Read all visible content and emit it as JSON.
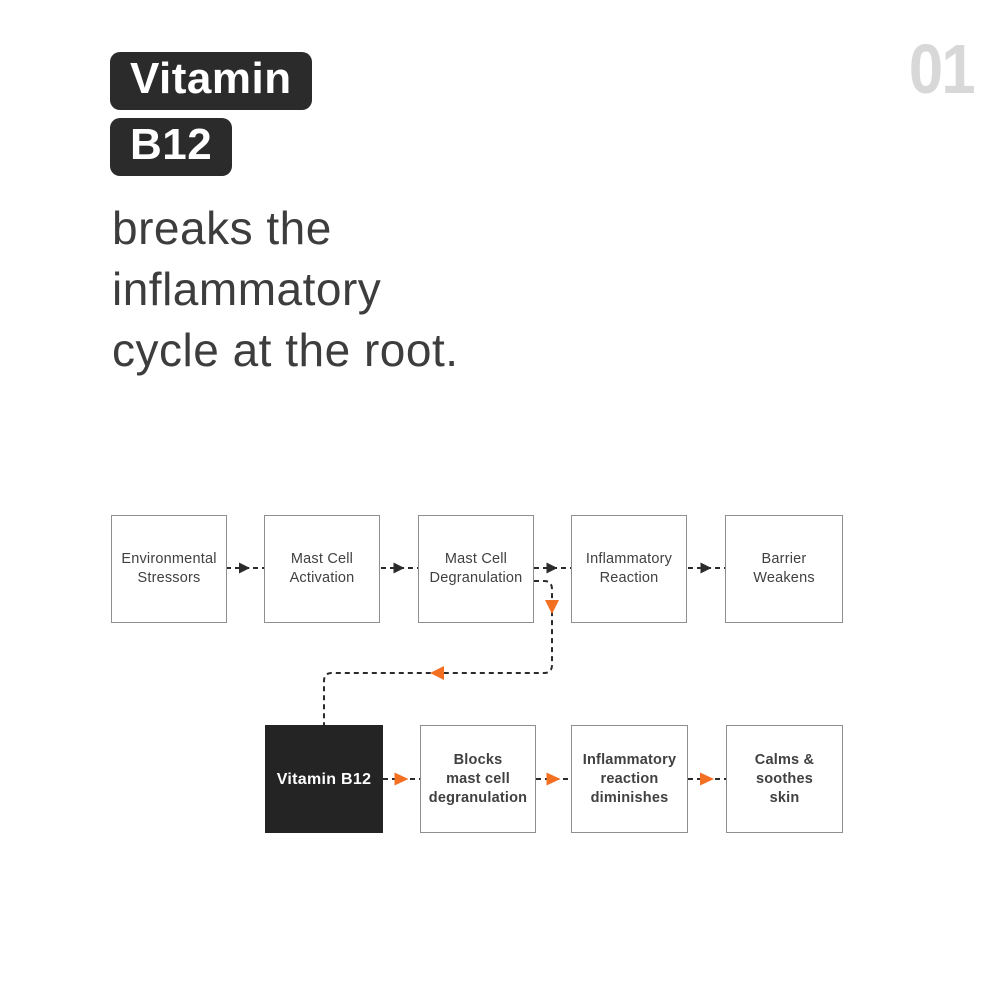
{
  "page": {
    "number": "01"
  },
  "title": {
    "chips": [
      "Vitamin",
      "B12"
    ],
    "subtitle_lines": [
      "breaks the",
      "inflammatory",
      "cycle at the root."
    ]
  },
  "colors": {
    "background": "#ffffff",
    "ink": "#2b2b2b",
    "dark-box": "#242424",
    "box-border": "#8f8f8f",
    "box-text": "#414042",
    "accent-orange": "#f36f21",
    "subtitle-text": "#3d3d3d",
    "page-number": "#d8d8d8",
    "white-text": "#ffffff"
  },
  "flowchart": {
    "top_row": [
      {
        "id": "environmental-stressors",
        "lines": [
          "Environmental",
          "Stressors"
        ]
      },
      {
        "id": "mast-cell-activation",
        "lines": [
          "Mast Cell",
          "Activation"
        ]
      },
      {
        "id": "mast-cell-degranulation",
        "lines": [
          "Mast Cell",
          "Degranulation"
        ]
      },
      {
        "id": "inflammatory-reaction",
        "lines": [
          "Inflammatory",
          "Reaction"
        ]
      },
      {
        "id": "barrier-weakens",
        "lines": [
          "Barrier",
          "Weakens"
        ]
      }
    ],
    "bottom_row": [
      {
        "id": "vitamin-b12",
        "lines": [
          "Vitamin B12"
        ],
        "variant": "dark"
      },
      {
        "id": "blocks-mast-cell-degranulation",
        "lines": [
          "Blocks",
          "mast cell",
          "degranulation"
        ]
      },
      {
        "id": "inflammatory-reaction-diminishes",
        "lines": [
          "Inflammatory",
          "reaction",
          "diminishes"
        ]
      },
      {
        "id": "calms-soothes-skin",
        "lines": [
          "Calms &",
          "soothes",
          "skin"
        ]
      }
    ],
    "connections": [
      {
        "from": "environmental-stressors",
        "to": "mast-cell-activation",
        "style": "dashed",
        "arrow_color": "black"
      },
      {
        "from": "mast-cell-activation",
        "to": "mast-cell-degranulation",
        "style": "dashed",
        "arrow_color": "black"
      },
      {
        "from": "mast-cell-degranulation",
        "to": "inflammatory-reaction",
        "style": "dashed",
        "arrow_color": "black"
      },
      {
        "from": "inflammatory-reaction",
        "to": "barrier-weakens",
        "style": "dashed",
        "arrow_color": "black"
      },
      {
        "from": "mast-cell-degranulation",
        "to": "vitamin-b12",
        "style": "dashed-elbow",
        "arrow_color": "orange"
      },
      {
        "from": "vitamin-b12",
        "to": "blocks-mast-cell-degranulation",
        "style": "dashed",
        "arrow_color": "orange"
      },
      {
        "from": "blocks-mast-cell-degranulation",
        "to": "inflammatory-reaction-diminishes",
        "style": "dashed",
        "arrow_color": "orange"
      },
      {
        "from": "inflammatory-reaction-diminishes",
        "to": "calms-soothes-skin",
        "style": "dashed",
        "arrow_color": "orange"
      }
    ]
  }
}
